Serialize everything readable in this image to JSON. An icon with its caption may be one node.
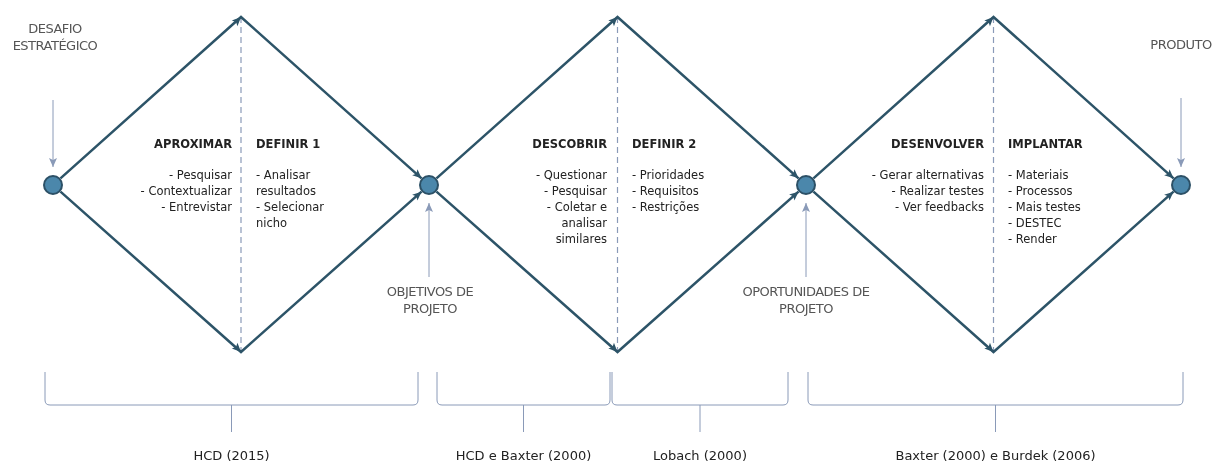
{
  "diagram": {
    "nodes": [
      {
        "text": [],
        "shape": "circle"
      },
      {
        "text": [],
        "shape": "circle"
      },
      {
        "text": [],
        "shape": "circle"
      },
      {
        "text": [],
        "shape": "circle"
      },
      {
        "text": [
          "DESAFIO ESTRATÉGICO"
        ]
      },
      {
        "text": [
          "OBJETIVOS DE PROJETO"
        ]
      },
      {
        "text": [
          "OPORTUNIDADES DE PROJETO"
        ]
      },
      {
        "text": [
          "PRODUTO"
        ]
      }
    ],
    "edges": [
      {
        "from": 0,
        "to": 1,
        "arrow": "to"
      },
      {
        "from": 0,
        "to": 1,
        "arrow": "to"
      },
      {
        "from": 1,
        "to": 2,
        "arrow": "to"
      },
      {
        "from": 1,
        "to": 2,
        "arrow": "to"
      },
      {
        "from": 2,
        "to": 3,
        "arrow": "to"
      },
      {
        "from": 2,
        "to": 3,
        "arrow": "to"
      },
      {
        "from": 4,
        "to": 0,
        "arrow": "to",
        "color": "#8a9ab8"
      },
      {
        "from": 5,
        "to": 1,
        "arrow": "to",
        "color": "#8a9ab8"
      },
      {
        "from": 6,
        "to": 2,
        "arrow": "to",
        "color": "#8a9ab8"
      },
      {
        "from": 7,
        "to": 3,
        "arrow": "to",
        "color": "#8a9ab8"
      }
    ],
    "labels": [
      "APROXIMAR",
      "- Pesquisar",
      "- Contextualizar",
      "- Entrevistar",
      "DEFINIR 1",
      "- Analisar resultados",
      "- Selecionar nicho",
      "DESCOBRIR",
      "- Questionar",
      "- Pesquisar",
      "- Coletar e analisar similares",
      "DEFINIR 2",
      "- Prioridades",
      "- Requisitos",
      "- Restrições",
      "DESENVOLVER",
      "- Gerar alternativas",
      "- Realizar testes",
      "- Ver feedbacks",
      "IMPLANTAR",
      "- Materiais",
      "- Processos",
      "- Mais testes",
      "- DESTEC",
      "- Render",
      "HCD (2015)",
      "HCD e Baxter (2000)",
      "Lobach (2000)",
      "Baxter (2000) e Burdek (2006)"
    ]
  }
}
